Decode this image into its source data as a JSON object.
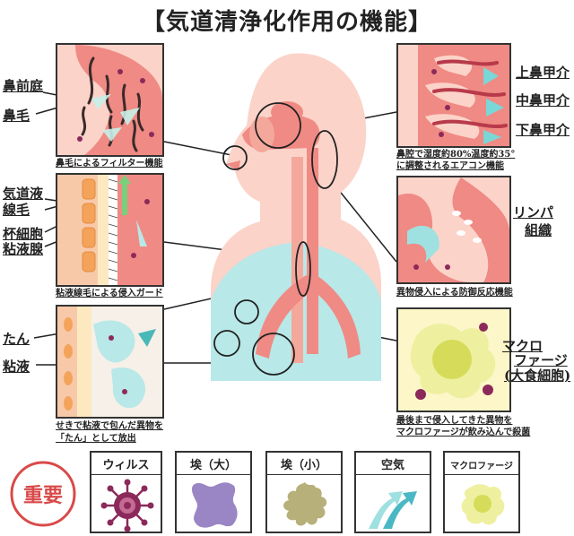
{
  "title": "【気道清浄化作用の機能】",
  "labels": {
    "bizenttei": "鼻前庭",
    "bimou": "鼻毛",
    "kidoueki": "気道液",
    "senmou": "線毛",
    "haisaibou": "杯細胞",
    "nenekisen": "粘液腺",
    "tan": "たん",
    "neneki": "粘液",
    "jobikokai": "上鼻甲介",
    "chubikokai": "中鼻甲介",
    "kabikokai": "下鼻甲介",
    "linpa": "リンパ",
    "soshiki": "組織",
    "macro1": "マクロ",
    "macro2": "ファージ",
    "macro3": "(大食細胞)"
  },
  "captions": {
    "filter": "鼻毛によるフィルター機能",
    "aircon1": "鼻腔で湿度約80%温度約35°",
    "aircon2": "に調整されるエアコン機能",
    "guard": "粘液線毛による侵入ガード",
    "defense": "異物侵入による防御反応機能",
    "tan1": "せきで粘液で包んだ異物を",
    "tan2": "「たん」として放出",
    "macro1": "最後まで侵入してきた異物を",
    "macro2": "マクロファージが飲み込んで殺菌"
  },
  "stamp": "重要",
  "legend": [
    {
      "label": "ウィルス",
      "icon": "virus-icon"
    },
    {
      "label": "埃（大）",
      "icon": "large-dust-icon"
    },
    {
      "label": "埃（小）",
      "icon": "small-dust-icon"
    },
    {
      "label": "空気",
      "icon": "air-flow-icon"
    },
    {
      "label": "マクロファージ",
      "icon": "macrophage-icon"
    }
  ],
  "colors": {
    "tissue_pink": "#f08a84",
    "light_pink": "#fbd3c9",
    "teal": "#9fe0e0",
    "cream": "#fdf6c8",
    "yellow_green": "#d6dc5a",
    "virus_purple": "#8b2a5a",
    "dust_purple": "#9a86c4",
    "dust_olive": "#b7b07a",
    "stamp_red": "#d94a4a",
    "orange": "#f4a45a"
  }
}
